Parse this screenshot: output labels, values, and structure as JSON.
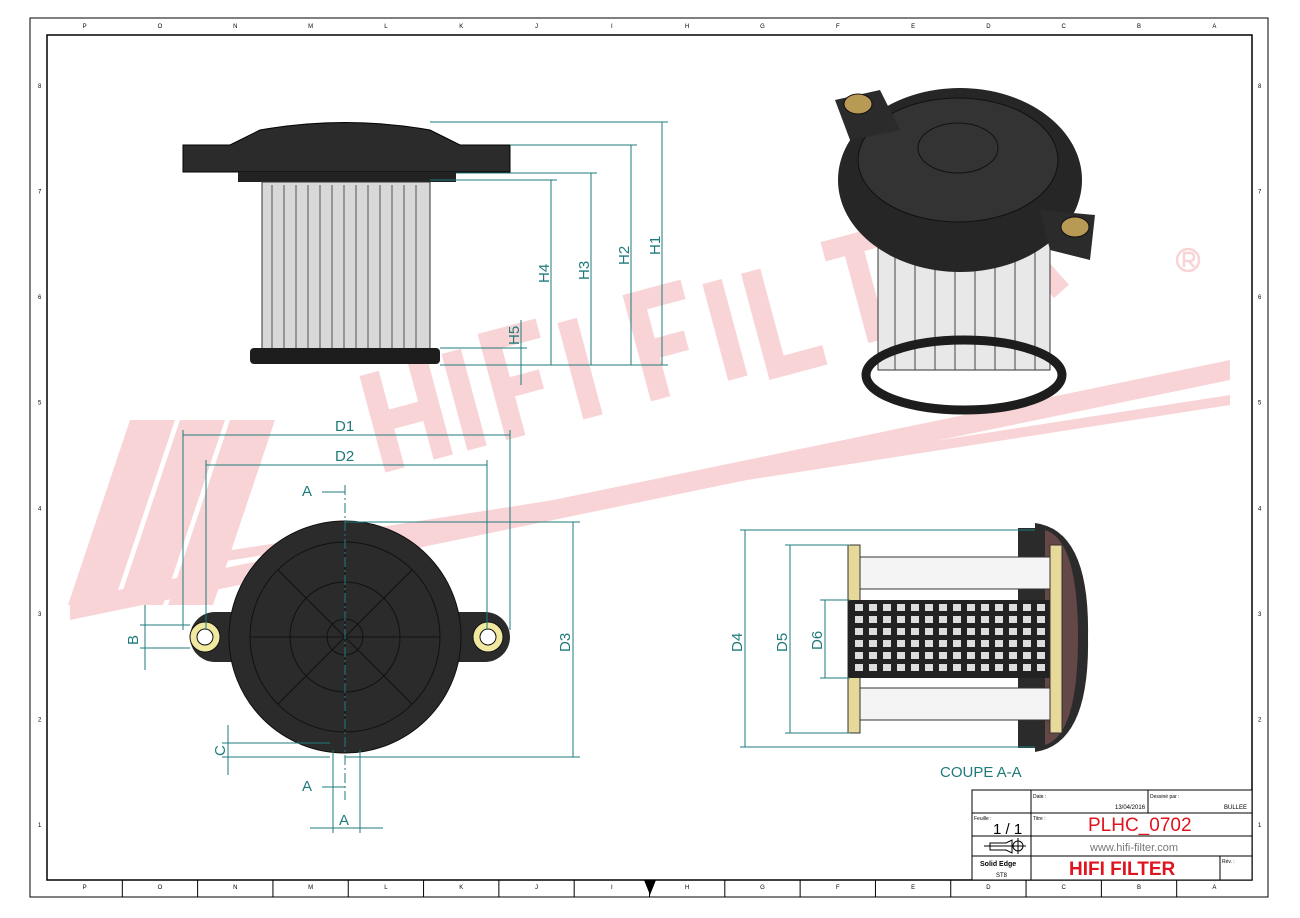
{
  "border": {
    "columns": [
      "P",
      "O",
      "N",
      "M",
      "L",
      "K",
      "J",
      "I",
      "H",
      "G",
      "F",
      "E",
      "D",
      "C",
      "B",
      "A"
    ],
    "rows": [
      "8",
      "7",
      "6",
      "5",
      "4",
      "3",
      "2",
      "1"
    ]
  },
  "watermark": {
    "text": "HIFI FILTER",
    "mark": "®"
  },
  "dimensions": {
    "side_view": [
      "H1",
      "H2",
      "H3",
      "H4",
      "H5"
    ],
    "top_view": {
      "d1": "D1",
      "d2": "D2",
      "d3": "D3",
      "a": "A",
      "b": "B",
      "c": "C",
      "section_mark": "A"
    },
    "section_view": [
      "D4",
      "D5",
      "D6"
    ],
    "section_label": "COUPE A-A"
  },
  "title_block": {
    "date_label": "Date :",
    "date_value": "13/04/2016",
    "drawn_by_label": "Dessiné par :",
    "drawn_by_value": "BULLEE",
    "sheet_label": "Feuille :",
    "sheet_value": "1 / 1",
    "title_label": "Titre :",
    "title_value": "PLHC_0702",
    "website": "www.hifi-filter.com",
    "software": "Solid Edge",
    "software_version": "ST8",
    "company": "HIFI FILTER",
    "rev_label": "Rév. :"
  },
  "colors": {
    "accent_red": "#e0141e",
    "dim_teal": "#1f7a7a",
    "watermark": "#f7c9cc"
  }
}
